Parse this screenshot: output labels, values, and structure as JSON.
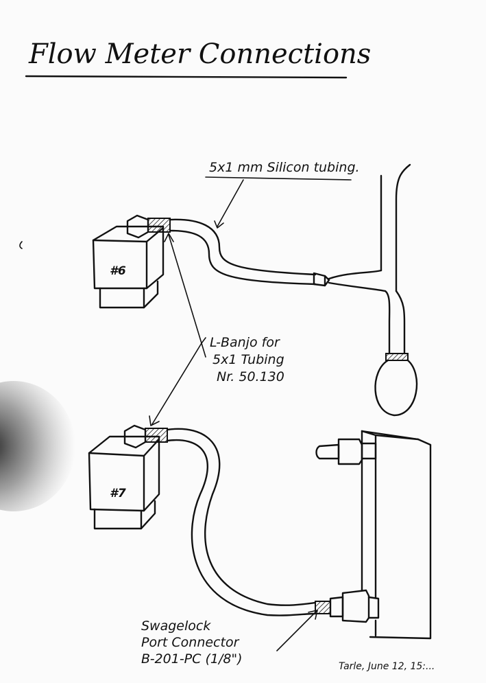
{
  "title": "Flow Meter Connections",
  "labels": {
    "tubing": "5x1 mm Silicon tubing.",
    "banjo_line1": "L-Banjo for",
    "banjo_line2": "5x1 Tubing",
    "banjo_line3": "Nr. 50.130",
    "swagelok_line1": "Swagelock",
    "swagelok_line2": "Port Connector",
    "swagelok_line3": "B-201-PC (1/8\")",
    "box6": "#6",
    "box7": "#7",
    "signature": "Tarle, June 12, 15:..."
  },
  "colors": {
    "ink": "#111111",
    "paper": "#fbfbfb",
    "shadow": "#2a2a2a"
  }
}
